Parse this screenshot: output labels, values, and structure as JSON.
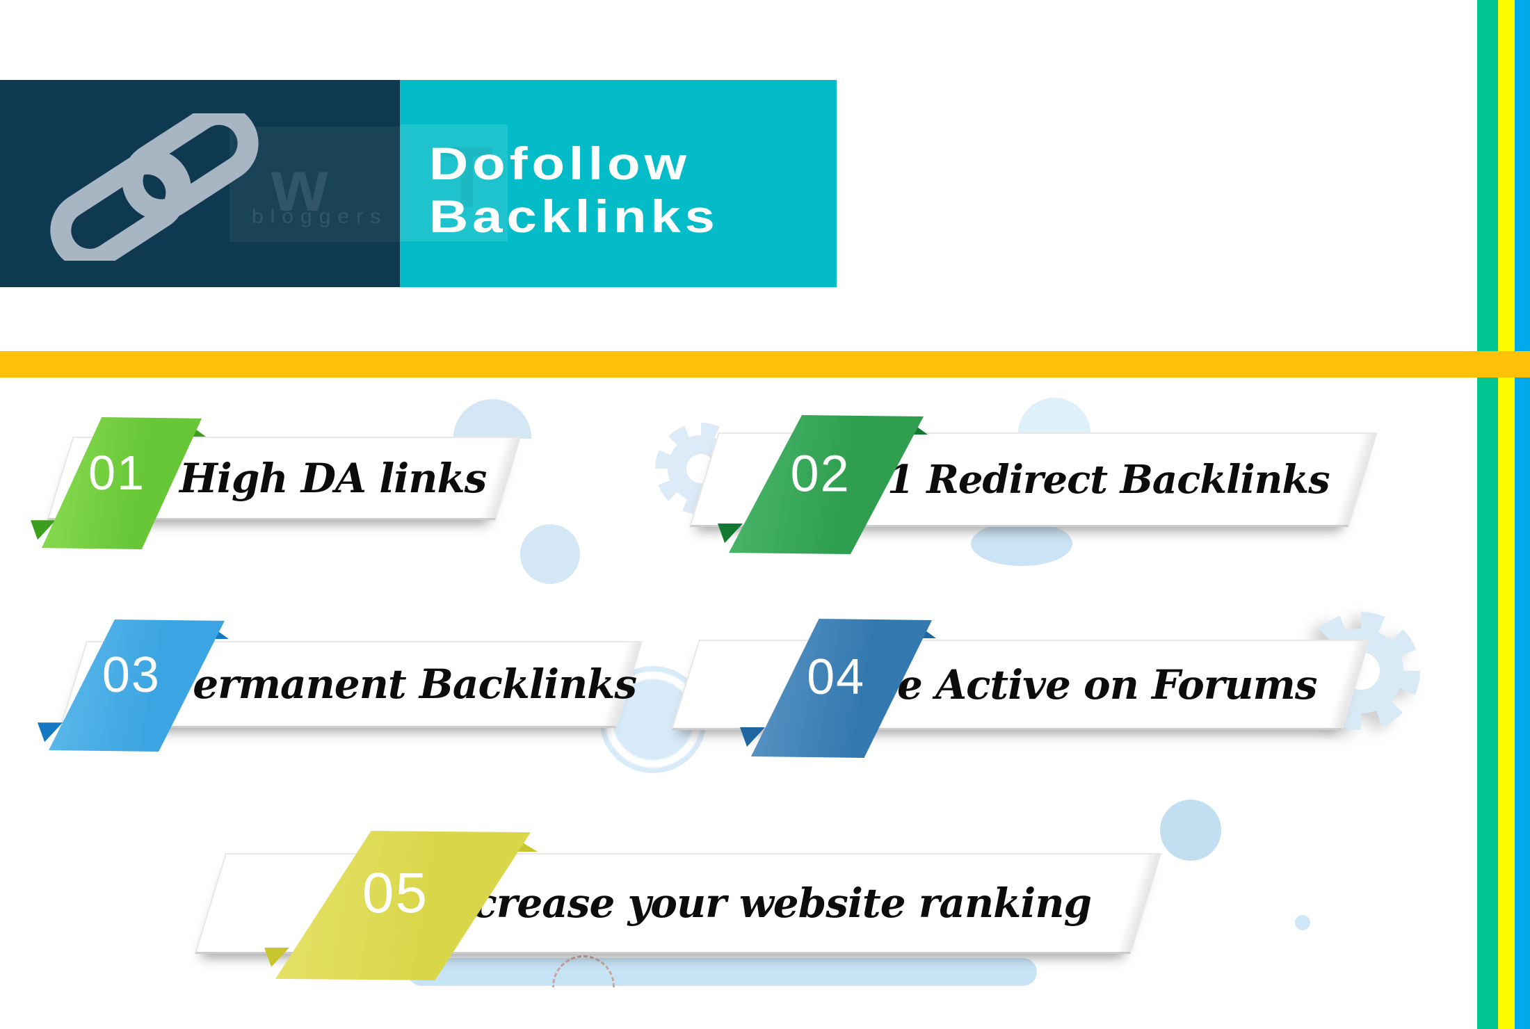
{
  "header": {
    "logo_block": {
      "bg": "#0e3950",
      "icon_color": "#a8b6c4"
    },
    "watermark": {
      "big": "w",
      "t": "T",
      "small": "bloggers"
    },
    "title_block": {
      "bg": "#04bcc8",
      "text": "#ffffff"
    },
    "title_line1": "Dofollow",
    "title_line2": "Backlinks"
  },
  "divider": {
    "color": "#ffc107"
  },
  "side_stripes": [
    {
      "name": "green",
      "color": "#00c792"
    },
    {
      "name": "yellow",
      "color": "#fdfd00"
    },
    {
      "name": "blue",
      "color": "#00a9ea"
    }
  ],
  "items": [
    {
      "number": "01",
      "label": "High DA links",
      "colors": {
        "light": "#8edd55",
        "main": "#67c736",
        "dark": "#3d9e1d"
      }
    },
    {
      "number": "02",
      "label": "301 Redirect Backlinks",
      "colors": {
        "light": "#4cb86b",
        "main": "#2f9e4f",
        "dark": "#117a30"
      }
    },
    {
      "number": "03",
      "label": "Permanent Backlinks",
      "colors": {
        "light": "#60bbeb",
        "main": "#3ba4e2",
        "dark": "#1478c2"
      }
    },
    {
      "number": "04",
      "label": "Be Active on Forums",
      "colors": {
        "light": "#5e96c5",
        "main": "#3379b0",
        "dark": "#1d669f"
      }
    },
    {
      "number": "05",
      "label": "Increase your website ranking",
      "colors": {
        "light": "#e6e36b",
        "main": "#d9d64a",
        "dark": "#c9c52f"
      }
    }
  ]
}
